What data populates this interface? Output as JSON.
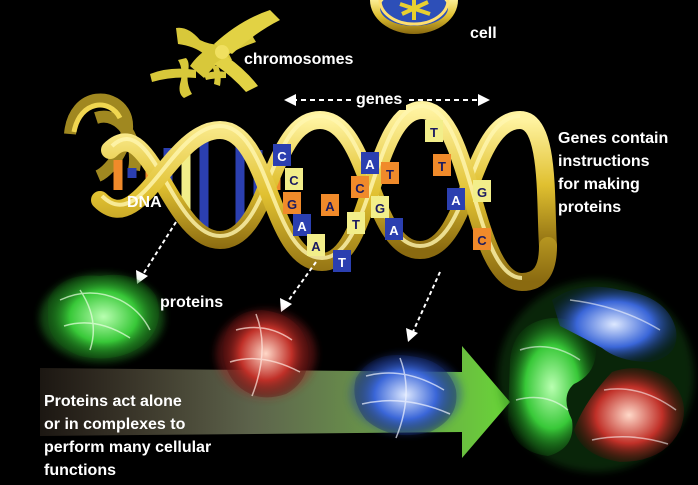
{
  "labels": {
    "cell": "cell",
    "chromosomes": "chromosomes",
    "genes": "genes",
    "dna": "DNA",
    "proteins": "proteins",
    "genes_note": "Genes contain\ninstructions\nfor making\nproteins",
    "proteins_note": "Proteins act alone\nor in complexes to\nperform many cellular\nfunctions"
  },
  "base_letters": [
    "C",
    "C",
    "G",
    "A",
    "A",
    "A",
    "T",
    "T",
    "C",
    "A",
    "G",
    "T",
    "A",
    "T",
    "T",
    "A",
    "G",
    "C"
  ],
  "colors": {
    "background": "#000000",
    "helix_gold": "#e8c838",
    "chromosome_gold": "#d6c23a",
    "base_blue": "#2b3fb0",
    "base_yellow": "#f2ee8a",
    "base_orange": "#f08a2a",
    "protein_green": "#3ad23a",
    "protein_red": "#c02a2a",
    "protein_blue": "#3a6ae0",
    "text": "#ffffff"
  }
}
